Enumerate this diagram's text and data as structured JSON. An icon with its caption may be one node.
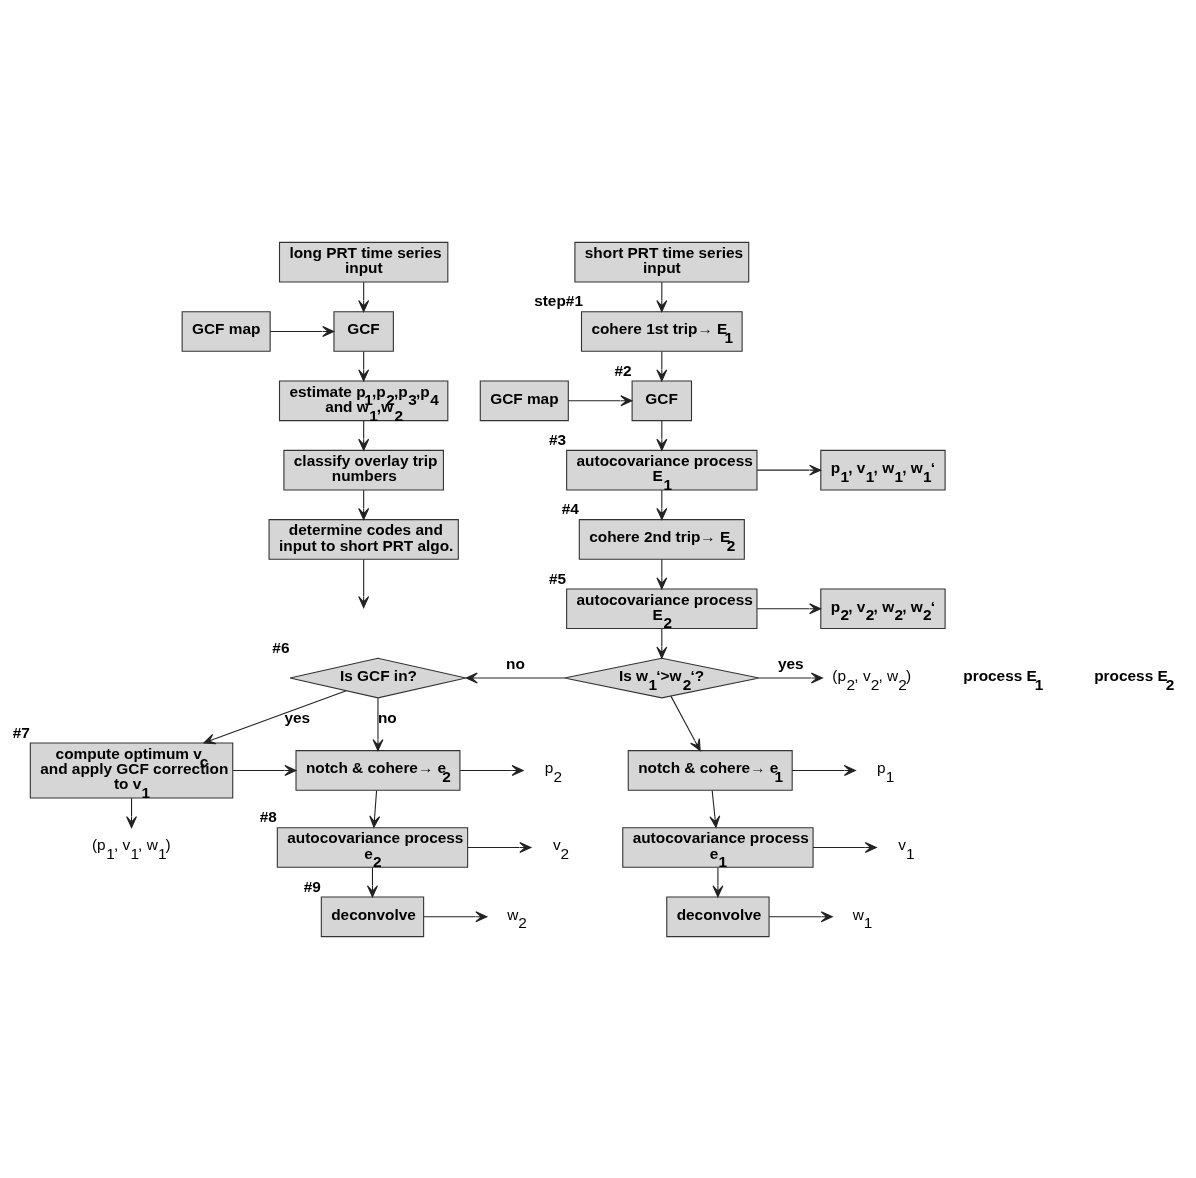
{
  "diagram": {
    "nodes": [
      {
        "text": [
          "long PRT time series input"
        ]
      },
      {
        "text": [
          "GCF"
        ]
      },
      {
        "text": [
          "GCF map"
        ]
      },
      {
        "text": [
          "estimate p$_{1}$,p$_{2}$,p$_{3}$,p$_{4}$ and w$_{1}$,w$_{2}$"
        ]
      },
      {
        "text": [
          "classify overlay trip numbers"
        ]
      },
      {
        "text": [
          "determine codes and input to short PRT algo."
        ]
      },
      {
        "text": [
          "short PRT time series input"
        ]
      },
      {
        "text": [
          "cohere 1st trip→ E$_{1}$"
        ],
        "beside": [
          "step#1"
        ]
      },
      {
        "text": [
          "GCF"
        ],
        "beside": [
          "#2"
        ]
      },
      {
        "text": [
          "GCF map"
        ]
      },
      {
        "text": [
          "autocovariance process E$_{1}$"
        ],
        "beside": [
          "#3"
        ]
      },
      {
        "text": [
          "p$_{1}$, v$_{1}$, w$_{1}$, w$_{1}$‘"
        ]
      },
      {
        "text": [
          "cohere 2nd trip→ E$_{2}$"
        ],
        "beside": [
          "#4"
        ]
      },
      {
        "text": [
          "autocovariance process E$_{2}$"
        ],
        "beside": [
          "#5"
        ]
      },
      {
        "text": [
          "p$_{2}$, v$_{2}$, w$_{2}$, w$_{2}$‘"
        ]
      },
      {
        "text": [
          "Is w$_{1}$‘>w$_{2}$‘?"
        ]
      },
      {
        "text": [
          "Is GCF in?"
        ],
        "beside": [
          "#6"
        ]
      },
      {
        "text": [
          "(p$_{2}$, v$_{2}$, w$_{2}$)"
        ]
      },
      {
        "text": [
          "compute optimum v$_{c}$ and apply GCF correction to v$_{1}$"
        ],
        "beside": [
          "#7"
        ]
      },
      {
        "text": [
          "(p$_{1}$, v$_{1}$, w$_{1}$)"
        ]
      },
      {
        "text": [
          "notch & cohere→ e$_{2}$"
        ]
      },
      {
        "text": [
          "p$_{2}$"
        ]
      },
      {
        "text": [
          "autocovariance process e$_{2}$"
        ],
        "beside": [
          "#8"
        ]
      },
      {
        "text": [
          "v$_{2}$"
        ]
      },
      {
        "text": [
          "deconvolve"
        ],
        "beside": [
          "#9"
        ]
      },
      {
        "text": [
          "w$_{2}$"
        ]
      },
      {
        "text": [
          "notch & cohere→ e$_{1}$"
        ]
      },
      {
        "text": [
          "p$_{1}$"
        ]
      },
      {
        "text": [
          "autocovariance process e$_{1}$"
        ]
      },
      {
        "text": [
          "v$_{1}$"
        ]
      },
      {
        "text": [
          "deconvolve"
        ]
      },
      {
        "text": [
          "w$_{1}$"
        ]
      }
    ],
    "edges": [
      {
        "from": 0,
        "to": 1,
        "arrow": "to"
      },
      {
        "from": 2,
        "to": 1,
        "arrow": "to"
      },
      {
        "from": 1,
        "to": 3,
        "arrow": "to"
      },
      {
        "from": 3,
        "to": 4,
        "arrow": "to"
      },
      {
        "from": 4,
        "to": 5,
        "arrow": "to"
      },
      {
        "from": 5,
        "to": null,
        "arrow": "to"
      },
      {
        "from": 6,
        "to": 7,
        "arrow": "to"
      },
      {
        "from": 7,
        "to": 8,
        "arrow": "to"
      },
      {
        "from": 9,
        "to": 8,
        "arrow": "to"
      },
      {
        "from": 8,
        "to": 10,
        "arrow": "to"
      },
      {
        "from": 10,
        "to": 11,
        "arrow": "to"
      },
      {
        "from": 10,
        "to": 12,
        "arrow": "to"
      },
      {
        "from": 12,
        "to": 13,
        "arrow": "to"
      },
      {
        "from": 13,
        "to": 14,
        "arrow": "to"
      },
      {
        "from": 13,
        "to": 15,
        "arrow": "to"
      },
      {
        "from": 15,
        "to": 16,
        "arrow": "to",
        "label": "no"
      },
      {
        "from": 15,
        "to": 17,
        "arrow": "to",
        "label": "yes"
      },
      {
        "from": 15,
        "to": 26,
        "arrow": "to"
      },
      {
        "from": 16,
        "to": 18,
        "arrow": "to",
        "label": "yes"
      },
      {
        "from": 16,
        "to": 20,
        "arrow": "to",
        "label": "no"
      },
      {
        "from": 18,
        "to": 20,
        "arrow": "to"
      },
      {
        "from": 18,
        "to": 19,
        "arrow": "to"
      },
      {
        "from": 20,
        "to": 21,
        "arrow": "to"
      },
      {
        "from": 20,
        "to": 22,
        "arrow": "to"
      },
      {
        "from": 22,
        "to": 23,
        "arrow": "to"
      },
      {
        "from": 22,
        "to": 24,
        "arrow": "to"
      },
      {
        "from": 24,
        "to": 25,
        "arrow": "to"
      },
      {
        "from": 26,
        "to": 27,
        "arrow": "to"
      },
      {
        "from": 26,
        "to": 28,
        "arrow": "to"
      },
      {
        "from": 28,
        "to": 29,
        "arrow": "to"
      },
      {
        "from": 28,
        "to": 30,
        "arrow": "to"
      },
      {
        "from": 30,
        "to": 31,
        "arrow": "to"
      }
    ],
    "labels": [
      "process E$_{1}$",
      "process E$_{2}$"
    ]
  }
}
